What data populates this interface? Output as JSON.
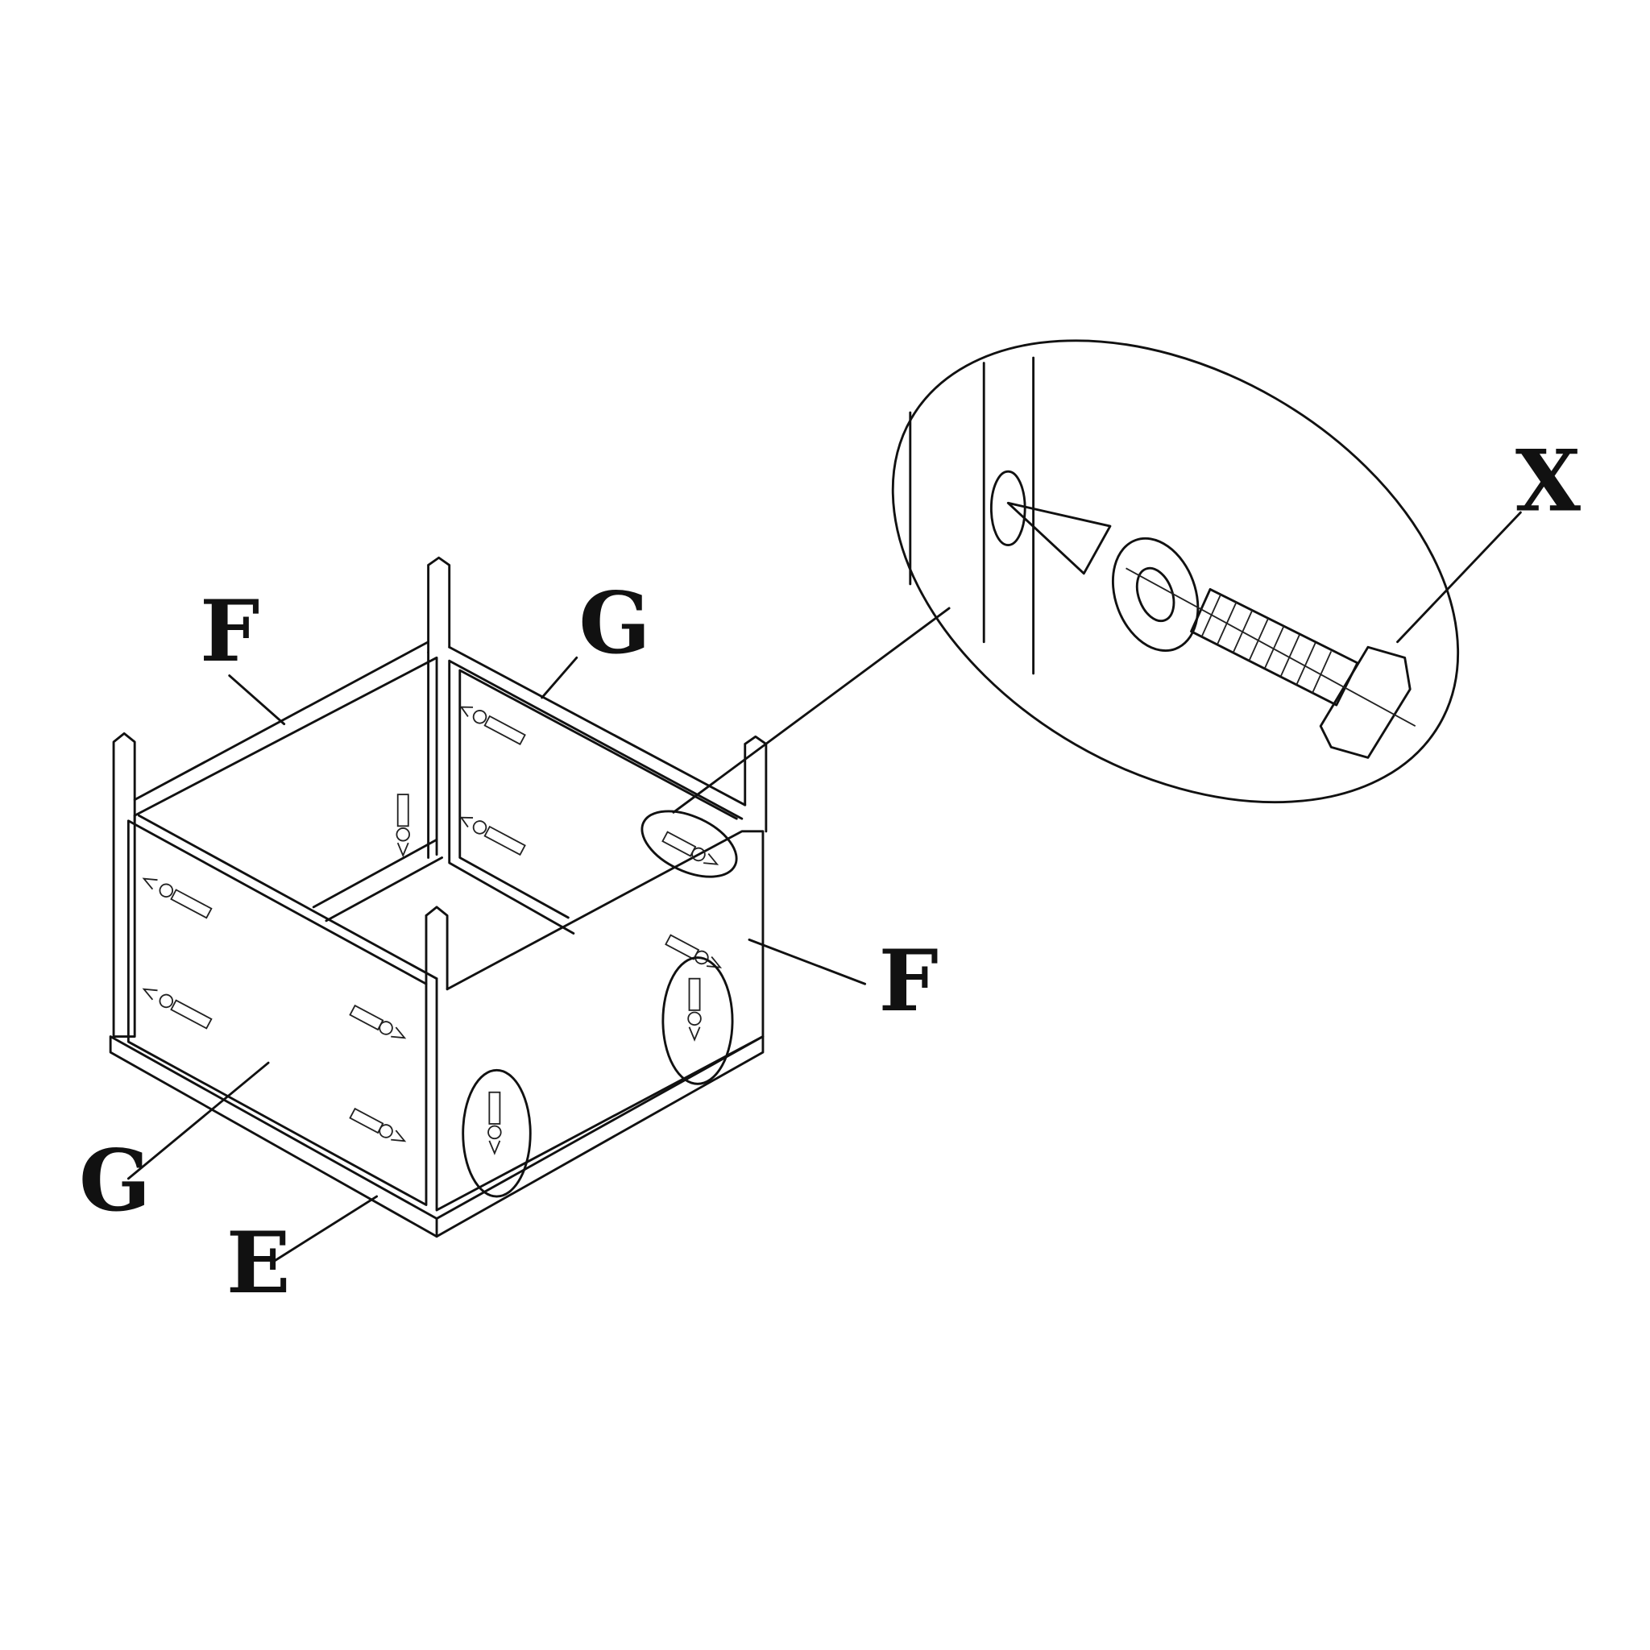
{
  "diagram": {
    "title": "",
    "labels": {
      "panel_back_left": "F",
      "panel_back_right": "G",
      "panel_front_right": "F",
      "panel_front_left": "G",
      "base": "E",
      "hardware": "X"
    },
    "colors": {
      "ink": "#111111",
      "background": "#ffffff"
    }
  }
}
